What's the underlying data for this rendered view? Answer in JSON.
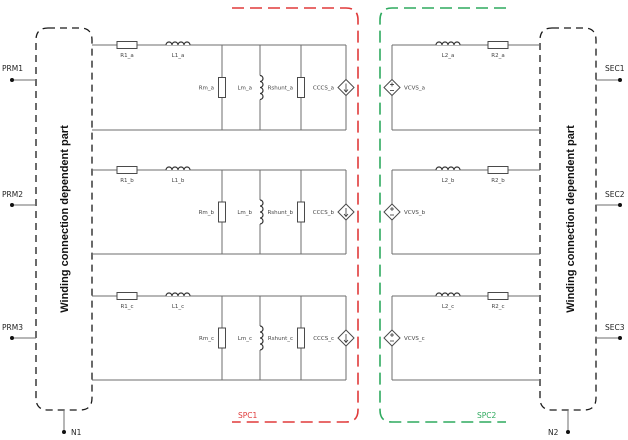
{
  "block_label_left": "Winding connection dependent part",
  "block_label_right": "Winding connection dependent part",
  "ports_left": [
    "PRM1",
    "PRM2",
    "PRM3"
  ],
  "ports_right": [
    "SEC1",
    "SEC2",
    "SEC3"
  ],
  "neutral_left": "N1",
  "neutral_right": "N2",
  "groups": {
    "spc1": {
      "label": "SPC1",
      "color": "#e03a3a"
    },
    "spc2": {
      "label": "SPC2",
      "color": "#2faa5f"
    }
  },
  "phases": [
    {
      "r1": "R1_a",
      "l1": "L1_a",
      "rm": "Rm_a",
      "lm": "Lm_a",
      "rshunt": "Rshunt_a",
      "cccs": "CCCS_a",
      "vcvs": "VCVS_a",
      "l2": "L2_a",
      "r2": "R2_a"
    },
    {
      "r1": "R1_b",
      "l1": "L1_b",
      "rm": "Rm_b",
      "lm": "Lm_b",
      "rshunt": "Rshunt_b",
      "cccs": "CCCS_b",
      "vcvs": "VCVS_b",
      "l2": "L2_b",
      "r2": "R2_b"
    },
    {
      "r1": "R1_c",
      "l1": "L1_c",
      "rm": "Rm_c",
      "lm": "Lm_c",
      "rshunt": "Rshunt_c",
      "cccs": "CCCS_c",
      "vcvs": "VCVS_c",
      "l2": "L2_c",
      "r2": "R2_c"
    }
  ]
}
